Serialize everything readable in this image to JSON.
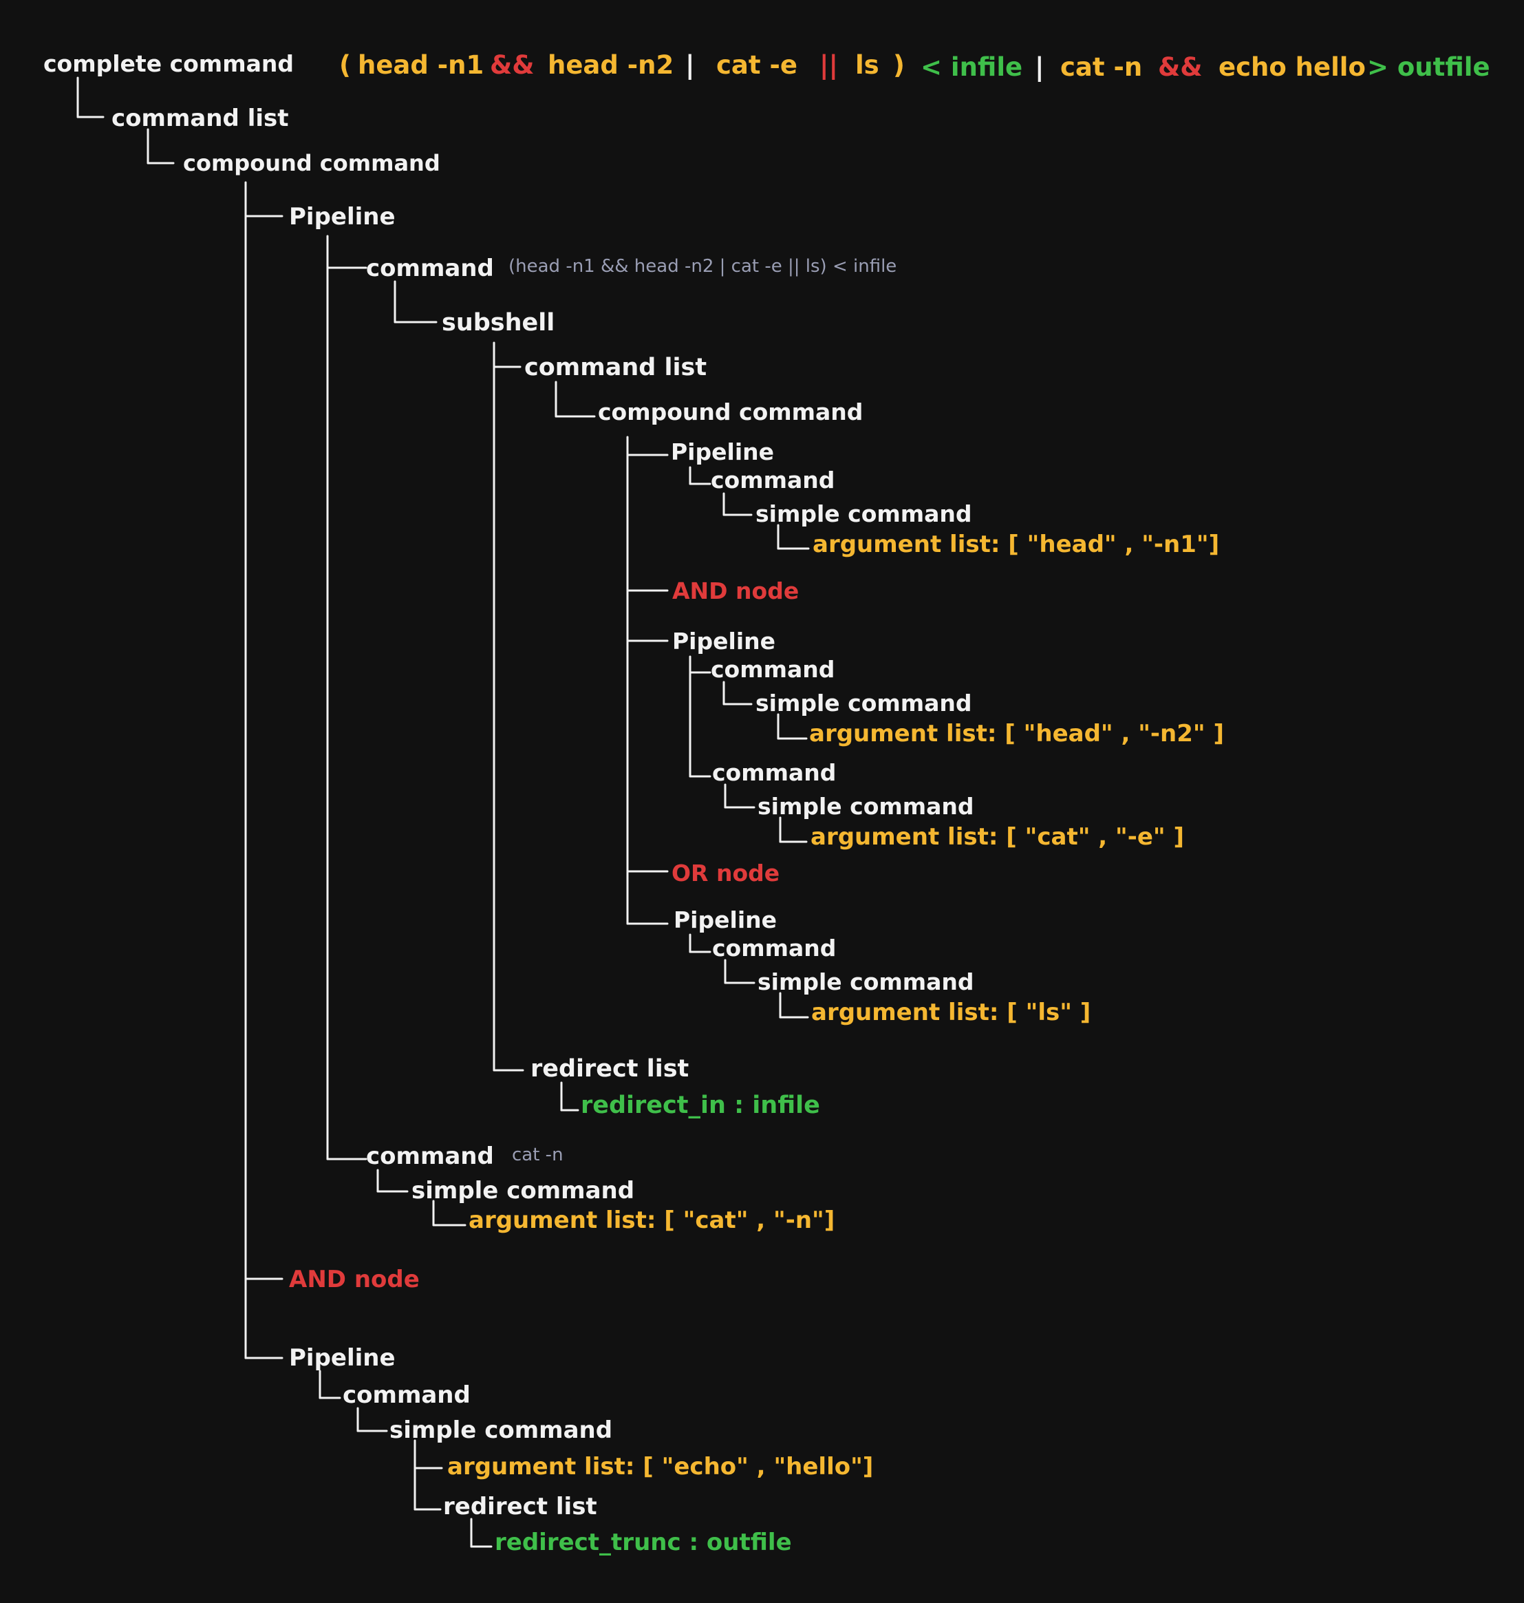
{
  "colors": {
    "background": "#111111",
    "node": "#f2f2f2",
    "argument": "#f5b731",
    "operator": "#e03b3b",
    "redirect": "#3fbf4a",
    "annotation": "#9a9eb4",
    "connector": "#f2f2f2"
  },
  "command_line": {
    "tokens": [
      {
        "text": "(",
        "role": "paren"
      },
      {
        "text": "head -n1",
        "role": "word"
      },
      {
        "text": "&&",
        "role": "operator"
      },
      {
        "text": "head -n2",
        "role": "word"
      },
      {
        "text": "|",
        "role": "pipe"
      },
      {
        "text": "cat -e",
        "role": "word"
      },
      {
        "text": "||",
        "role": "operator"
      },
      {
        "text": "ls",
        "role": "word"
      },
      {
        "text": ")",
        "role": "paren"
      },
      {
        "text": "< infile",
        "role": "redirect"
      },
      {
        "text": "|",
        "role": "pipe"
      },
      {
        "text": "cat -n",
        "role": "word"
      },
      {
        "text": "&&",
        "role": "operator"
      },
      {
        "text": "echo hello",
        "role": "word"
      },
      {
        "text": "> outfile",
        "role": "redirect"
      }
    ]
  },
  "tree": {
    "nodes": [
      {
        "label": "complete command",
        "kind": "node"
      },
      {
        "label": "command list",
        "kind": "node"
      },
      {
        "label": "compound command",
        "kind": "node"
      },
      {
        "label": "Pipeline",
        "kind": "node"
      },
      {
        "label": "command",
        "kind": "node"
      },
      {
        "label": "(head -n1 && head -n2 | cat -e || ls) < infile",
        "kind": "annotation"
      },
      {
        "label": "subshell",
        "kind": "node"
      },
      {
        "label": "command list",
        "kind": "node"
      },
      {
        "label": "compound command",
        "kind": "node"
      },
      {
        "label": "Pipeline",
        "kind": "node"
      },
      {
        "label": "command",
        "kind": "node"
      },
      {
        "label": "simple command",
        "kind": "node"
      },
      {
        "label": "argument list: [ \"head\" , \"-n1\"]",
        "kind": "argument"
      },
      {
        "label": "AND node",
        "kind": "operator"
      },
      {
        "label": "Pipeline",
        "kind": "node"
      },
      {
        "label": "command",
        "kind": "node"
      },
      {
        "label": "simple command",
        "kind": "node"
      },
      {
        "label": "argument list: [ \"head\" , \"-n2\" ]",
        "kind": "argument"
      },
      {
        "label": "command",
        "kind": "node"
      },
      {
        "label": "simple command",
        "kind": "node"
      },
      {
        "label": "argument list: [ \"cat\" , \"-e\" ]",
        "kind": "argument"
      },
      {
        "label": "OR node",
        "kind": "operator"
      },
      {
        "label": "Pipeline",
        "kind": "node"
      },
      {
        "label": "command",
        "kind": "node"
      },
      {
        "label": "simple command",
        "kind": "node"
      },
      {
        "label": "argument list: [ \"ls\" ]",
        "kind": "argument"
      },
      {
        "label": "redirect list",
        "kind": "node"
      },
      {
        "label": "redirect_in : infile",
        "kind": "redirect"
      },
      {
        "label": "command",
        "kind": "node"
      },
      {
        "label": "cat -n",
        "kind": "annotation"
      },
      {
        "label": "simple command",
        "kind": "node"
      },
      {
        "label": "argument list: [ \"cat\" , \"-n\"]",
        "kind": "argument"
      },
      {
        "label": "AND node",
        "kind": "operator"
      },
      {
        "label": "Pipeline",
        "kind": "node"
      },
      {
        "label": "command",
        "kind": "node"
      },
      {
        "label": "simple command",
        "kind": "node"
      },
      {
        "label": "argument list: [ \"echo\" , \"hello\"]",
        "kind": "argument"
      },
      {
        "label": "redirect list",
        "kind": "node"
      },
      {
        "label": "redirect_trunc : outfile",
        "kind": "redirect"
      }
    ]
  }
}
